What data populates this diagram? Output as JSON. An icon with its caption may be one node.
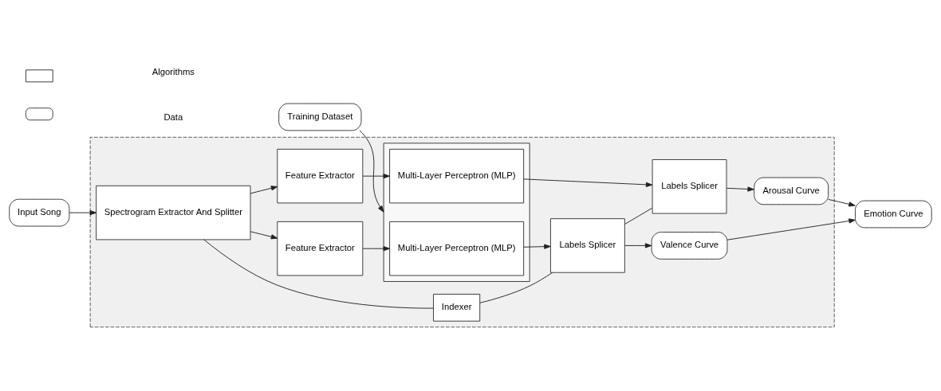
{
  "diagram": {
    "nodes": [
      {
        "text": [],
        "shape": "box"
      },
      {
        "text": [
          "Input Song"
        ]
      },
      {
        "text": [
          "Spectrogram Extractor And Splitter"
        ],
        "in": 0
      },
      {
        "text": [
          "Indexer"
        ],
        "in": 0
      },
      {
        "text": [
          "Feature Extractor"
        ],
        "in": 0
      },
      {
        "text": [
          "Feature Extractor"
        ],
        "in": 0
      },
      {
        "text": [],
        "shape": "box",
        "in": 0
      },
      {
        "text": [
          "Multi-Layer Perceptron (MLP)"
        ],
        "in": 6
      },
      {
        "text": [
          "Multi-Layer Perceptron (MLP)"
        ],
        "in": 6
      },
      {
        "text": [
          "Labels Splicer"
        ],
        "in": 0
      },
      {
        "text": [
          "Labels Splicer"
        ],
        "in": 0
      },
      {
        "text": [
          "Valence Curve"
        ],
        "in": 0
      },
      {
        "text": [
          "Arousal Curve"
        ],
        "in": 0
      },
      {
        "text": [
          "Emotion Curve"
        ]
      },
      {
        "text": [
          "Training Dataset"
        ]
      }
    ],
    "edges": [
      {
        "from": 1,
        "to": 2,
        "arrow": "to"
      },
      {
        "from": 2,
        "to": 3,
        "arrow": "none"
      },
      {
        "from": 3,
        "to": 9,
        "arrow": "none"
      },
      {
        "from": 2,
        "to": 4,
        "arrow": "to"
      },
      {
        "from": 2,
        "to": 5,
        "arrow": "to"
      },
      {
        "from": 4,
        "to": 7,
        "arrow": "to"
      },
      {
        "from": 5,
        "to": 8,
        "arrow": "to"
      },
      {
        "from": 7,
        "to": 9,
        "arrow": "to"
      },
      {
        "from": 8,
        "to": 10,
        "arrow": "to"
      },
      {
        "from": 9,
        "to": 10,
        "arrow": "none"
      },
      {
        "from": 9,
        "to": 11,
        "arrow": "to"
      },
      {
        "from": 10,
        "to": 12,
        "arrow": "to"
      },
      {
        "from": 11,
        "to": 13,
        "arrow": "to"
      },
      {
        "from": 12,
        "to": 13,
        "arrow": "to"
      },
      {
        "from": 14,
        "to": 6,
        "arrow": "to"
      }
    ],
    "legend": [
      {
        "text": "Algorithms"
      },
      {
        "text": "Data"
      }
    ]
  }
}
